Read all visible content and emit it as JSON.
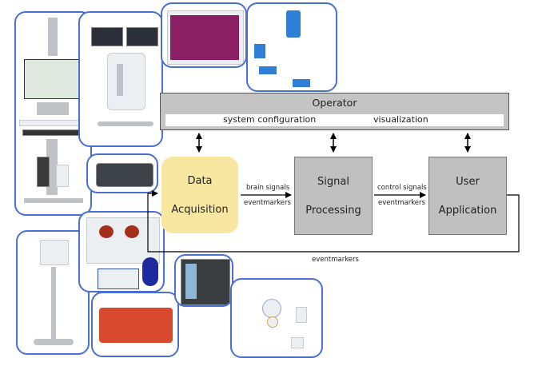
{
  "diagram": {
    "title": "BCI system architecture",
    "operator": {
      "title": "Operator",
      "items": [
        "system configuration",
        "visualization"
      ]
    },
    "blocks": {
      "data_acquisition": {
        "line1": "Data",
        "line2": "Acquisition",
        "color": "#f8e7a0"
      },
      "signal_processing": {
        "line1": "Signal",
        "line2": "Processing",
        "color": "#c0c0c0"
      },
      "user_application": {
        "line1": "User",
        "line2": "Application",
        "color": "#c0c0c0"
      }
    },
    "edges": {
      "acq_to_proc": {
        "top": "brain signals",
        "bottom": "eventmarkers"
      },
      "proc_to_app": {
        "top": "control signals",
        "bottom": "eventmarkers"
      },
      "app_feedback": {
        "label": "eventmarkers"
      }
    },
    "devices": [
      {
        "name": "eeg-cart-workstation"
      },
      {
        "name": "dual-monitor-amplifier-cart"
      },
      {
        "name": "rack-amplifier-system"
      },
      {
        "name": "wireless-electrode-hub"
      },
      {
        "name": "portable-amplifier-box"
      },
      {
        "name": "patient-monitor-stand"
      },
      {
        "name": "brain-mapping-monitor-with-cap"
      },
      {
        "name": "labjack-daq-module"
      },
      {
        "name": "cabinet-amplifier"
      },
      {
        "name": "ear-electrode-set"
      }
    ],
    "colors": {
      "device_border": "#4a6fd1",
      "arrow": "#000000"
    }
  }
}
